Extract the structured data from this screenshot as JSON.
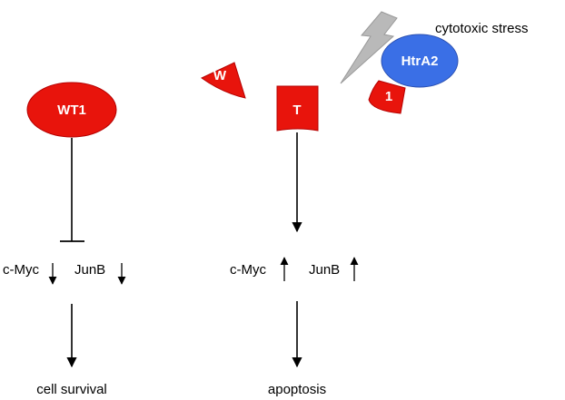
{
  "colors": {
    "red": "#e8140c",
    "blue": "#3a6fe6",
    "bolt_gray": "#b9b9b9",
    "text": "#000000"
  },
  "icons": {
    "stress": "lightning-bolt-icon"
  },
  "left_pathway": {
    "protein_label": "WT1",
    "gene1": "c-Myc",
    "gene2": "JunB",
    "outcome": "cell survival"
  },
  "right_pathway": {
    "fragment_w": "W",
    "fragment_t": "T",
    "fragment_1": "1",
    "protease": "HtrA2",
    "stress_label": "cytotoxic stress",
    "gene1": "c-Myc",
    "gene2": "JunB",
    "outcome": "apoptosis"
  }
}
